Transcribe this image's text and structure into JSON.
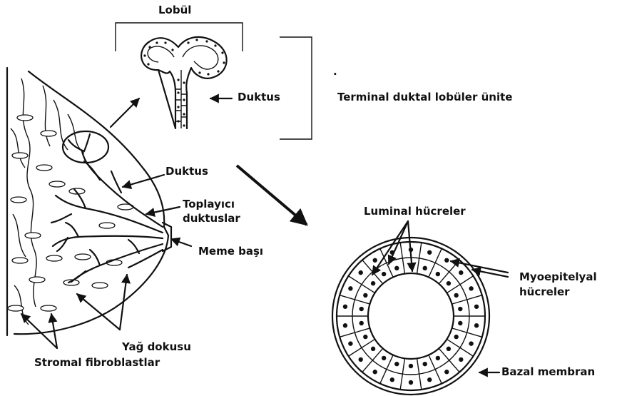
{
  "labels": {
    "lobul": "Lobül",
    "duktus_top": "Duktus",
    "tdlu": "Terminal duktal lobüler ünite",
    "duktus_mid": "Duktus",
    "toplayici_line1": "Toplayıcı",
    "toplayici_line2": "duktuslar",
    "meme_basi": "Meme başı",
    "luminal": "Luminal hücreler",
    "myoepitelyal_line1": "Myoepitelyal",
    "myoepitelyal_line2": "hücreler",
    "yag": "Yağ dokusu",
    "stromal": "Stromal fibroblastlar",
    "bazal": "Bazal membran",
    "dot": "."
  },
  "colors": {
    "ink": "#111111",
    "background": "#ffffff"
  }
}
